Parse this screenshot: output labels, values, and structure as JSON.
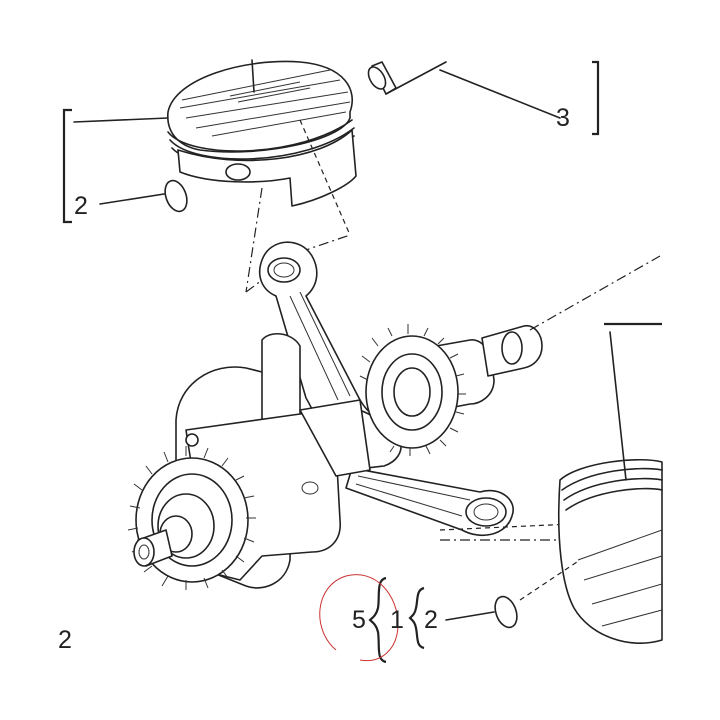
{
  "diagram": {
    "labels": {
      "piston_top_ring": "2",
      "piston_pin": "3",
      "lower_left_ref": "2",
      "assembly_group": "5",
      "piston_bottom": "1",
      "piston_bottom_ring": "2"
    }
  }
}
